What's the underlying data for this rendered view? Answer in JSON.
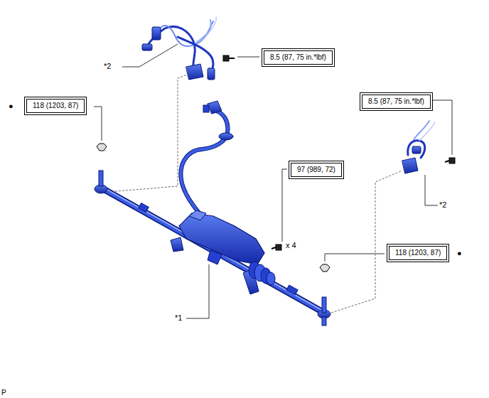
{
  "diagram": {
    "nodes": [
      {
        "text": [
          "8.5 (87, 75 in.*lbf)"
        ]
      },
      {
        "text": [
          "118 (1203, 87)"
        ]
      },
      {
        "text": [
          "8.5 (87, 75 in.*lbf)"
        ]
      },
      {
        "text": [
          "97 (989, 72)"
        ]
      },
      {
        "text": [
          "118 (1203, 87)"
        ]
      }
    ],
    "labels": [
      "*2",
      "●",
      "*2",
      "x 4",
      "●",
      "*1",
      "P"
    ]
  }
}
